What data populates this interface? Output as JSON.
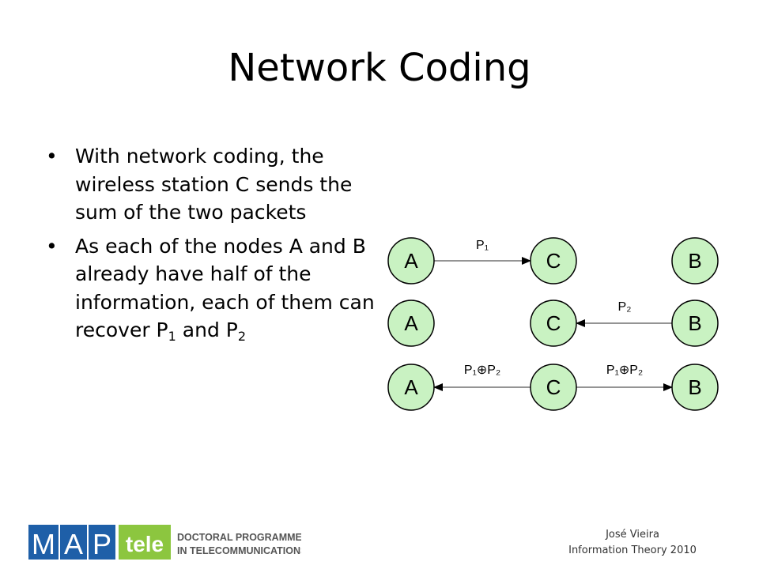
{
  "slide": {
    "title": "Network Coding",
    "bullets": [
      {
        "text_pre": "With network coding, the wireless station C sends the sum of the two packets"
      },
      {
        "text_pre": "As each of the nodes A and B already have half of the information, each of them can recover P",
        "sub1": "1",
        "mid": " and P",
        "sub2": "2"
      }
    ],
    "bullet_glyph": "•"
  },
  "diagram": {
    "node_color": "#c9f2c2",
    "rows": [
      {
        "nodes": [
          "A",
          "C",
          "B"
        ],
        "labels": [
          "P₁"
        ]
      },
      {
        "nodes": [
          "A",
          "C",
          "B"
        ],
        "labels": [
          "P₂"
        ]
      },
      {
        "nodes": [
          "A",
          "C",
          "B"
        ],
        "labels": [
          "P₁⊕P₂",
          "P₁⊕P₂"
        ]
      }
    ]
  },
  "footer": {
    "author": "José Vieira",
    "course": "Information Theory 2010",
    "logo_letters": [
      "M",
      "A",
      "P"
    ],
    "logo_tele": "tele",
    "logo_line1": "DOCTORAL PROGRAMME",
    "logo_line2": "IN TELECOMMUNICATIONS"
  }
}
